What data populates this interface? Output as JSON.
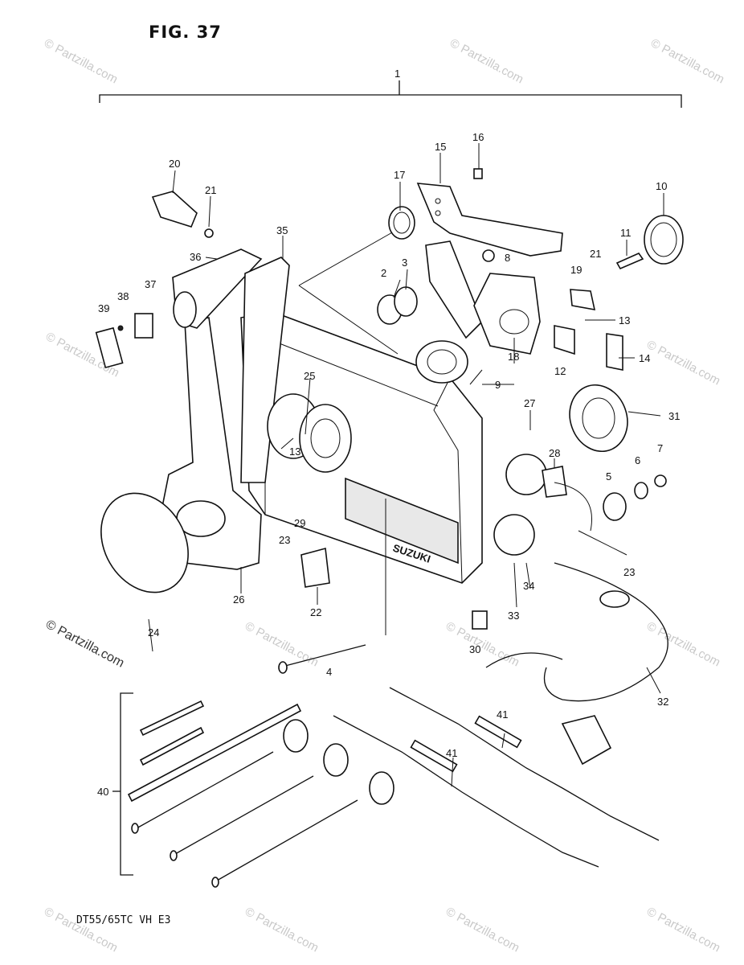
{
  "figure": {
    "title": "FIG. 37",
    "model_code": "DT55/65TC VH E3",
    "watermark_main": "© Partzilla.com",
    "watermark_repeat": "© Partzilla.com"
  },
  "callouts": {
    "c1": "1",
    "c2": "2",
    "c3": "3",
    "c4": "4",
    "c5": "5",
    "c6": "6",
    "c7": "7",
    "c8": "8",
    "c9": "9",
    "c10": "10",
    "c11": "11",
    "c12": "12",
    "c13a": "13",
    "c13b": "13",
    "c14": "14",
    "c15": "15",
    "c16": "16",
    "c17": "17",
    "c18": "18",
    "c19": "19",
    "c20": "20",
    "c21a": "21",
    "c21b": "21",
    "c22": "22",
    "c23a": "23",
    "c23b": "23",
    "c24": "24",
    "c25": "25",
    "c26": "26",
    "c27": "27",
    "c28": "28",
    "c29": "29",
    "c30": "30",
    "c31": "31",
    "c32": "32",
    "c33": "33",
    "c34": "34",
    "c35": "35",
    "c36": "36",
    "c37": "37",
    "c38": "38",
    "c39": "39",
    "c40": "40",
    "c41a": "41",
    "c41b": "41"
  },
  "housing_brand": "SUZUKI"
}
